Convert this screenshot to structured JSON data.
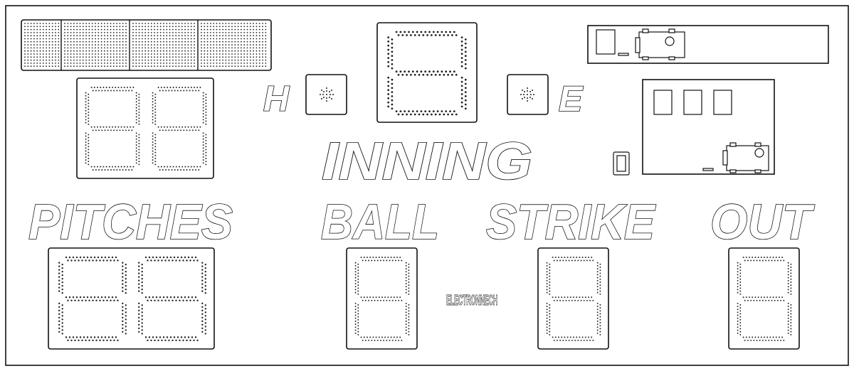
{
  "labels": {
    "home": "H",
    "error": "E",
    "inning": "INNING",
    "pitches": "PITCHES",
    "ball": "BALL",
    "strike": "STRIKE",
    "out": "OUT",
    "brand": "ELECTRONNECH"
  },
  "digit_glyph": "8",
  "colors": {
    "outline": "#111111",
    "background": "#ffffff"
  },
  "icons": {
    "lamp": "horn-lamp-icon",
    "camera": "camera-icon",
    "light": "indicator-light-icon"
  }
}
